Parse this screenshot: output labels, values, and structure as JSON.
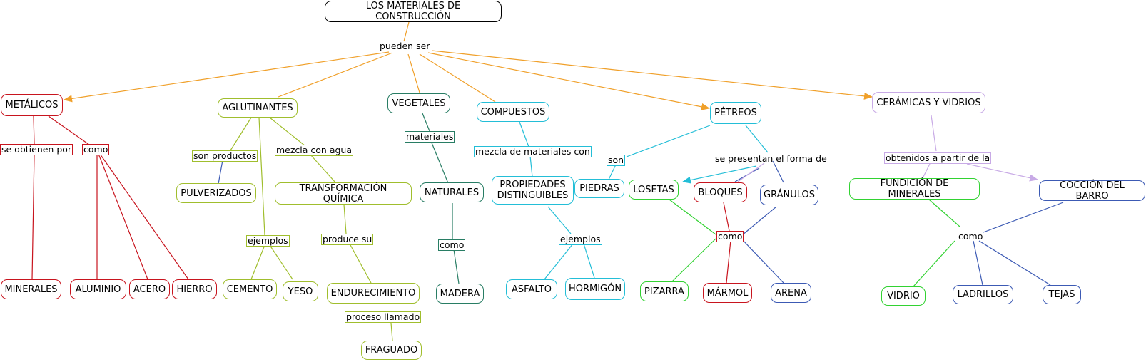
{
  "colors": {
    "orange": "#f0a02a",
    "red": "#c8141e",
    "olive": "#a0be2d",
    "teal": "#287d64",
    "cyan": "#23bed7",
    "green": "#32d232",
    "blue": "#3c5ab4",
    "lilac": "#c8aae6",
    "black": "#000000"
  },
  "nodes": {
    "title": "LOS MATERIALES DE CONSTRUCCIÓN",
    "metalicos": "METÁLICOS",
    "aglutinantes": "AGLUTINANTES",
    "vegetales": "VEGETALES",
    "compuestos": "COMPUESTOS",
    "petreos": "PÉTREOS",
    "ceramicas": "CERÁMICAS Y VIDRIOS",
    "pulverizados": "PULVERIZADOS",
    "transformacion": "TRANSFORMACIÓN QUÍMICA",
    "naturales": "NATURALES",
    "propiedades": "PROPIEDADES\nDISTINGUIBLES",
    "piedras": "PIEDRAS",
    "losetas": "LOSETAS",
    "bloques": "BLOQUES",
    "granulos": "GRÁNULOS",
    "fundicion": "FUNDICIÓN DE MINERALES",
    "coccion": "COCCIÓN DEL BARRO",
    "minerales": "MINERALES",
    "aluminio": "ALUMINIO",
    "acero": "ACERO",
    "hierro": "HIERRO",
    "cemento": "CEMENTO",
    "yeso": "YESO",
    "endurecimiento": "ENDURECIMIENTO",
    "madera": "MADERA",
    "asfalto": "ASFALTO",
    "hormigon": "HORMIGÓN",
    "pizarra": "PIZARRA",
    "marmol": "MÁRMOL",
    "arena": "ARENA",
    "vidrio": "VIDRIO",
    "ladrillos": "LADRILLOS",
    "tejas": "TEJAS",
    "fraguado": "FRAGUADO"
  },
  "links": {
    "pueden_ser": "pueden ser",
    "se_obtienen_por": "se obtienen por",
    "como_metal": "como",
    "son_productos": "son productos",
    "mezcla_agua": "mezcla con agua",
    "ejemplos_aglut": "ejemplos",
    "produce_su": "produce su",
    "proceso_llamado": "proceso llamado",
    "materiales": "materiales",
    "como_veg": "como",
    "mezcla_materiales": "mezcla de materiales con",
    "ejemplos_comp": "ejemplos",
    "son": "son",
    "se_presentan": "se presentan el forma de",
    "como_petreos": "como",
    "obtenidos": "obtenidos a partir de la",
    "como_cer": "como"
  }
}
